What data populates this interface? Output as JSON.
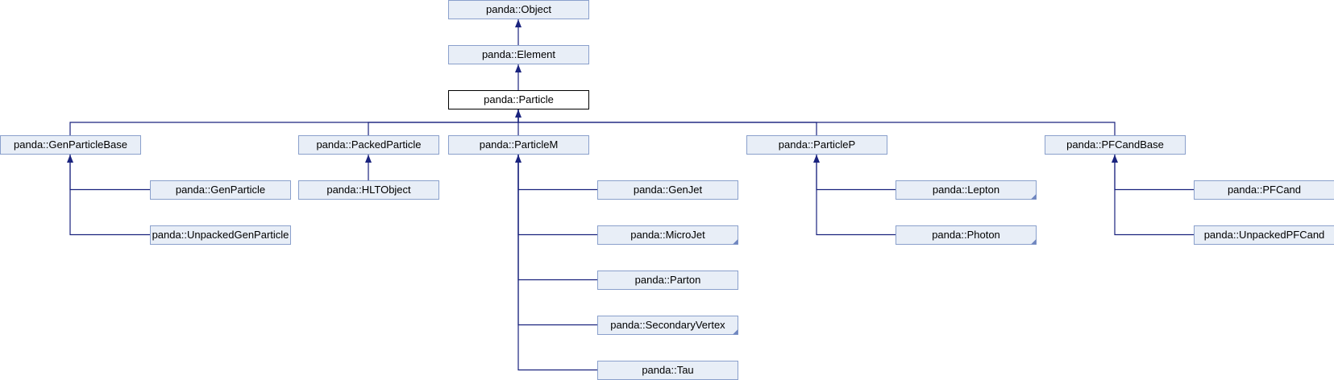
{
  "nodes": [
    {
      "id": "object",
      "label": "panda::Object"
    },
    {
      "id": "element",
      "label": "panda::Element"
    },
    {
      "id": "particle",
      "label": "panda::Particle",
      "current": true
    },
    {
      "id": "genparticlebase",
      "label": "panda::GenParticleBase"
    },
    {
      "id": "packedparticle",
      "label": "panda::PackedParticle"
    },
    {
      "id": "particlem",
      "label": "panda::ParticleM"
    },
    {
      "id": "particlep",
      "label": "panda::ParticleP"
    },
    {
      "id": "pfcandbase",
      "label": "panda::PFCandBase"
    },
    {
      "id": "genparticle",
      "label": "panda::GenParticle"
    },
    {
      "id": "unpackedgenparticle",
      "label": "panda::UnpackedGenParticle"
    },
    {
      "id": "hltobject",
      "label": "panda::HLTObject"
    },
    {
      "id": "genjet",
      "label": "panda::GenJet"
    },
    {
      "id": "microjet",
      "label": "panda::MicroJet",
      "has_more": true
    },
    {
      "id": "parton",
      "label": "panda::Parton"
    },
    {
      "id": "secondaryvertex",
      "label": "panda::SecondaryVertex",
      "has_more": true
    },
    {
      "id": "tau",
      "label": "panda::Tau"
    },
    {
      "id": "lepton",
      "label": "panda::Lepton",
      "has_more": true
    },
    {
      "id": "photon",
      "label": "panda::Photon",
      "has_more": true
    },
    {
      "id": "pfcand",
      "label": "panda::PFCand"
    },
    {
      "id": "unpackedpfcand",
      "label": "panda::UnpackedPFCand"
    }
  ],
  "edges": [
    {
      "from": "element",
      "to": "object"
    },
    {
      "from": "particle",
      "to": "element"
    },
    {
      "from": "genparticlebase",
      "to": "particle"
    },
    {
      "from": "packedparticle",
      "to": "particle"
    },
    {
      "from": "particlem",
      "to": "particle"
    },
    {
      "from": "particlep",
      "to": "particle"
    },
    {
      "from": "pfcandbase",
      "to": "particle"
    },
    {
      "from": "genparticle",
      "to": "genparticlebase"
    },
    {
      "from": "unpackedgenparticle",
      "to": "genparticlebase"
    },
    {
      "from": "hltobject",
      "to": "packedparticle"
    },
    {
      "from": "genjet",
      "to": "particlem"
    },
    {
      "from": "microjet",
      "to": "particlem"
    },
    {
      "from": "parton",
      "to": "particlem"
    },
    {
      "from": "secondaryvertex",
      "to": "particlem"
    },
    {
      "from": "tau",
      "to": "particlem"
    },
    {
      "from": "lepton",
      "to": "particlep"
    },
    {
      "from": "photon",
      "to": "particlep"
    },
    {
      "from": "pfcand",
      "to": "pfcandbase"
    },
    {
      "from": "unpackedpfcand",
      "to": "pfcandbase"
    }
  ]
}
